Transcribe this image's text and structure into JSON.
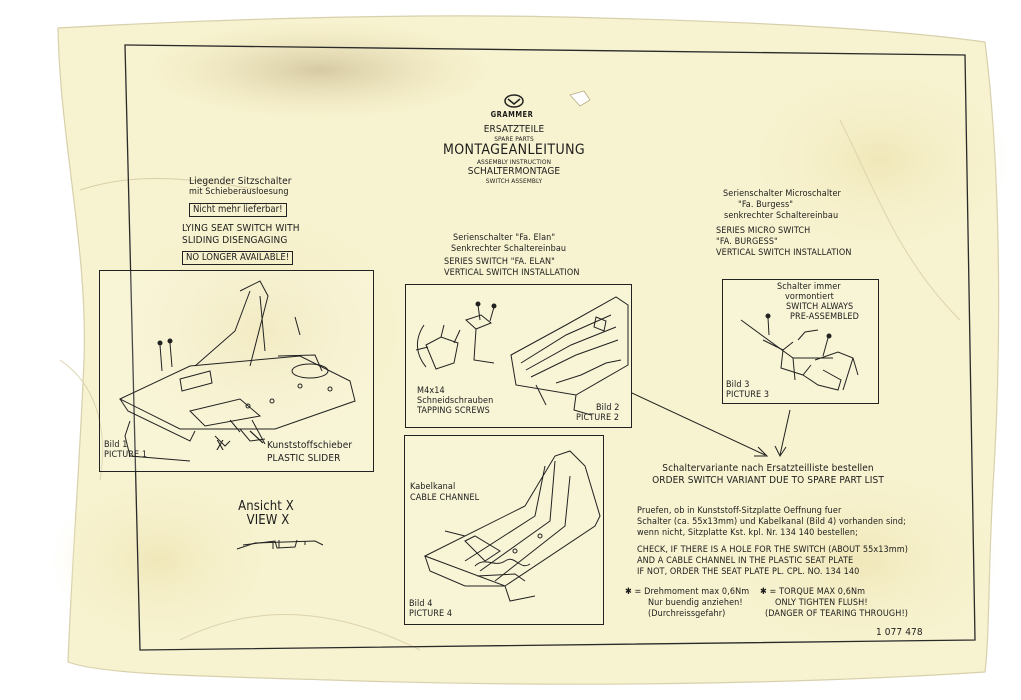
{
  "header": {
    "brand": "GRAMMER",
    "line1": "ERSATZTEILE",
    "line2": "SPARE PARTS",
    "title": "MONTAGEANLEITUNG",
    "line4": "ASSEMBLY INSTRUCTION",
    "line5": "SCHALTERMONTAGE",
    "line6": "SWITCH ASSEMBLY"
  },
  "left_block": {
    "line1": "Liegender Sitzschalter",
    "line2": "mit Schieberausloesung",
    "badge_de": "Nicht mehr lieferbar!",
    "line3": "LYING SEAT SWITCH WITH",
    "line4": "SLIDING DISENGAGING",
    "badge_en": "NO LONGER AVAILABLE!"
  },
  "mid_block": {
    "line1": "Serienschalter \"Fa. Elan\"",
    "line2": "Senkrechter Schaltereinbau",
    "line3": "SERIES SWITCH \"FA. ELAN\"",
    "line4": "VERTICAL SWITCH INSTALLATION"
  },
  "right_block": {
    "line1": "Serienschalter Microschalter",
    "line2": "\"Fa. Burgess\"",
    "line3": "senkrechter Schaltereinbau",
    "line4": "SERIES MICRO SWITCH",
    "line5": "\"FA. BURGESS\"",
    "line6": "VERTICAL SWITCH INSTALLATION"
  },
  "picture1": {
    "label_de": "Bild 1",
    "label_en": "PICTURE 1",
    "callout_de": "Kunststoffschieber",
    "callout_en": "PLASTIC SLIDER",
    "view_letter": "X"
  },
  "view_x": {
    "label_de": "Ansicht X",
    "label_en": "VIEW X"
  },
  "picture2": {
    "label_de": "Bild 2",
    "label_en": "PICTURE 2",
    "screw": "M4x14",
    "screw_de": "Schneidschrauben",
    "screw_en": "TAPPING SCREWS"
  },
  "picture3": {
    "label_de": "Bild 3",
    "label_en": "PICTURE 3",
    "note_de1": "Schalter immer",
    "note_de2": "vormontiert",
    "note_en1": "SWITCH ALWAYS",
    "note_en2": "PRE-ASSEMBLED"
  },
  "picture4": {
    "label_de": "Bild 4",
    "label_en": "PICTURE 4",
    "callout_de": "Kabelkanal",
    "callout_en": "CABLE CHANNEL"
  },
  "instructions": {
    "variant_de": "Schaltervariante nach Ersatzteilliste bestellen",
    "variant_en": "ORDER SWITCH VARIANT DUE TO SPARE PART LIST",
    "check_de1": "Pruefen, ob in Kunststoff-Sitzplatte Oeffnung fuer",
    "check_de2": "Schalter (ca. 55x13mm) und Kabelkanal (Bild 4) vorhanden sind;",
    "check_de3": "wenn nicht, Sitzplatte Kst. kpl. Nr. 134 140 bestellen;",
    "check_en1": "CHECK, IF THERE IS A HOLE  FOR THE SWITCH (ABOUT 55x13mm)",
    "check_en2": "AND A CABLE CHANNEL IN THE PLASTIC SEAT PLATE",
    "check_en3": "IF NOT, ORDER THE SEAT PLATE PL. CPL. NO. 134 140",
    "torque_de1": "✱ = Drehmoment max 0,6Nm",
    "torque_de2": "Nur buendig anziehen!",
    "torque_de3": "(Durchreissgefahr)",
    "torque_en1": "✱ = TORQUE MAX 0,6Nm",
    "torque_en2": "ONLY TIGHTEN FLUSH!",
    "torque_en3": "(DANGER OF TEARING THROUGH!)"
  },
  "doc_number": "1 077 478"
}
